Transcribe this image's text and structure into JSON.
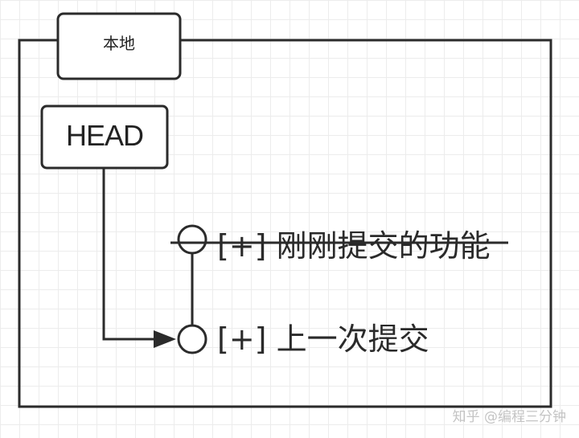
{
  "local_tab": {
    "label": "本地"
  },
  "head_box": {
    "label": "HEAD"
  },
  "commits": [
    {
      "label": "[+] 刚刚提交的功能",
      "state": "struck-through"
    },
    {
      "label": "[+] 上一次提交",
      "state": "current"
    }
  ],
  "watermark": {
    "text": "知乎 @编程三分钟"
  },
  "colors": {
    "stroke": "#2b2b2b",
    "grid": "#ececec",
    "watermark": "#c4c4c4"
  }
}
